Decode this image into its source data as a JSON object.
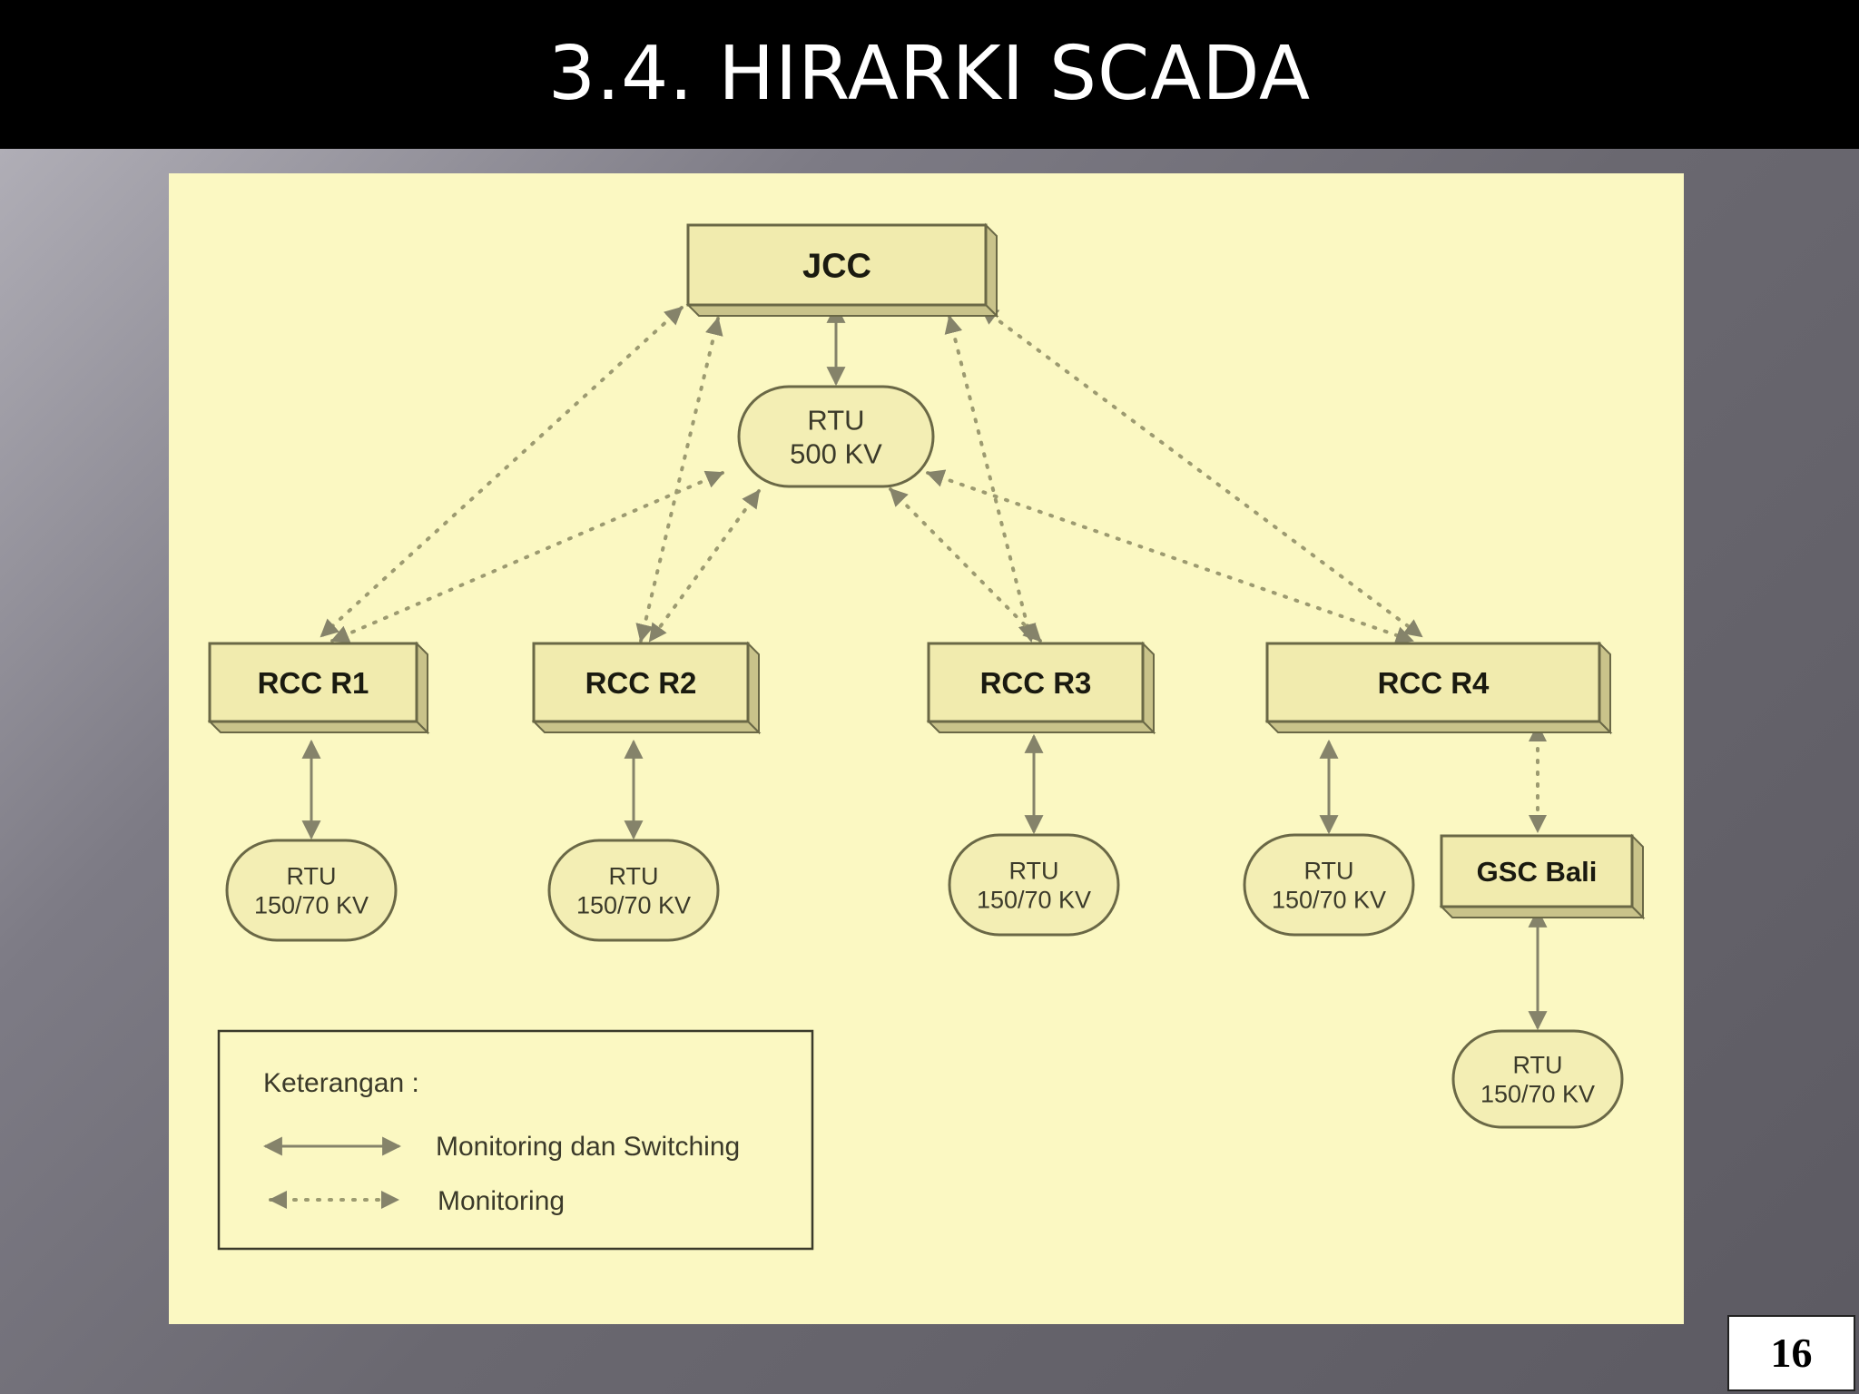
{
  "slide": {
    "title": "3.4. HIRARKI SCADA",
    "page_number": "16"
  },
  "diagram": {
    "nodes": {
      "jcc": "JCC",
      "rtu_500": [
        "RTU",
        "500 KV"
      ],
      "rcc_r1": "RCC R1",
      "rcc_r2": "RCC R2",
      "rcc_r3": "RCC R3",
      "rcc_r4": "RCC R4",
      "gsc_bali": "GSC Bali",
      "rtu_r1": [
        "RTU",
        "150/70 KV"
      ],
      "rtu_r2": [
        "RTU",
        "150/70 KV"
      ],
      "rtu_r3": [
        "RTU",
        "150/70 KV"
      ],
      "rtu_r4": [
        "RTU",
        "150/70 KV"
      ],
      "rtu_bali": [
        "RTU",
        "150/70 KV"
      ]
    },
    "links": [
      {
        "from": "jcc",
        "to": "rtu_500",
        "type": "Monitoring dan Switching"
      },
      {
        "from": "jcc",
        "to": "rcc_r1",
        "type": "Monitoring"
      },
      {
        "from": "jcc",
        "to": "rcc_r2",
        "type": "Monitoring"
      },
      {
        "from": "jcc",
        "to": "rcc_r3",
        "type": "Monitoring"
      },
      {
        "from": "jcc",
        "to": "rcc_r4",
        "type": "Monitoring"
      },
      {
        "from": "rtu_500",
        "to": "rcc_r1",
        "type": "Monitoring"
      },
      {
        "from": "rtu_500",
        "to": "rcc_r2",
        "type": "Monitoring"
      },
      {
        "from": "rtu_500",
        "to": "rcc_r3",
        "type": "Monitoring"
      },
      {
        "from": "rtu_500",
        "to": "rcc_r4",
        "type": "Monitoring"
      },
      {
        "from": "rcc_r1",
        "to": "rtu_r1",
        "type": "Monitoring dan Switching"
      },
      {
        "from": "rcc_r2",
        "to": "rtu_r2",
        "type": "Monitoring dan Switching"
      },
      {
        "from": "rcc_r3",
        "to": "rtu_r3",
        "type": "Monitoring dan Switching"
      },
      {
        "from": "rcc_r4",
        "to": "rtu_r4",
        "type": "Monitoring dan Switching"
      },
      {
        "from": "rcc_r4",
        "to": "gsc_bali",
        "type": "Monitoring"
      },
      {
        "from": "gsc_bali",
        "to": "rtu_bali",
        "type": "Monitoring dan Switching"
      }
    ],
    "legend": {
      "title": "Keterangan :",
      "solid_label": "Monitoring dan Switching",
      "dotted_label": "Monitoring"
    }
  }
}
